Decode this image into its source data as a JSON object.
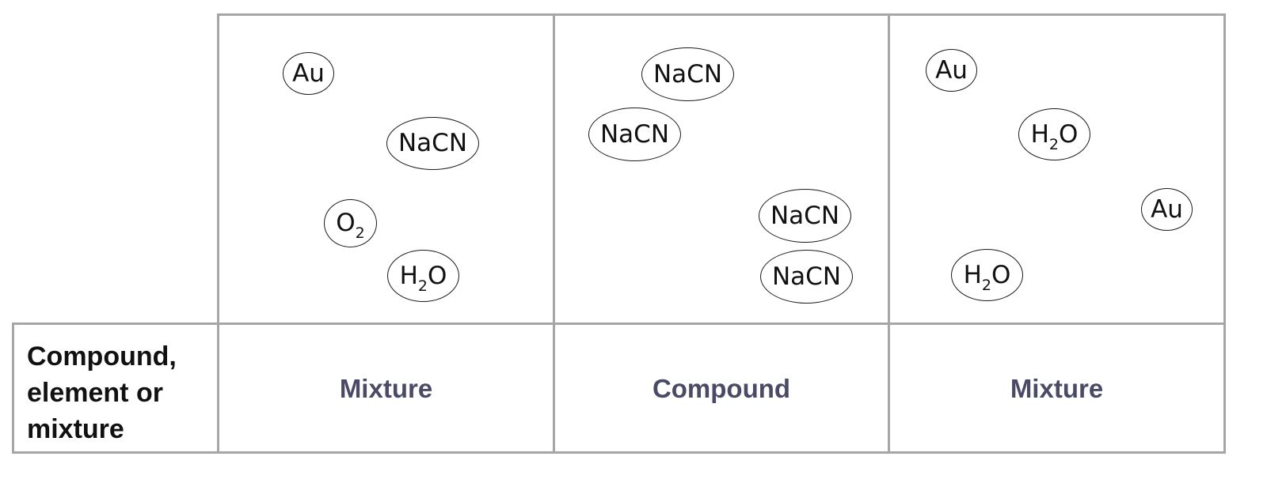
{
  "row_label": "Compound, element or mixture",
  "columns": [
    {
      "answer": "Mixture",
      "particles": [
        {
          "base": "Au",
          "sub": "",
          "after": ""
        },
        {
          "base": "NaCN",
          "sub": "",
          "after": ""
        },
        {
          "base": "O",
          "sub": "2",
          "after": ""
        },
        {
          "base": "H",
          "sub": "2",
          "after": "O"
        }
      ]
    },
    {
      "answer": "Compound",
      "particles": [
        {
          "base": "NaCN",
          "sub": "",
          "after": ""
        },
        {
          "base": "NaCN",
          "sub": "",
          "after": ""
        },
        {
          "base": "NaCN",
          "sub": "",
          "after": ""
        },
        {
          "base": "NaCN",
          "sub": "",
          "after": ""
        }
      ]
    },
    {
      "answer": "Mixture",
      "particles": [
        {
          "base": "Au",
          "sub": "",
          "after": ""
        },
        {
          "base": "H",
          "sub": "2",
          "after": "O"
        },
        {
          "base": "Au",
          "sub": "",
          "after": ""
        },
        {
          "base": "H",
          "sub": "2",
          "after": "O"
        }
      ]
    }
  ]
}
